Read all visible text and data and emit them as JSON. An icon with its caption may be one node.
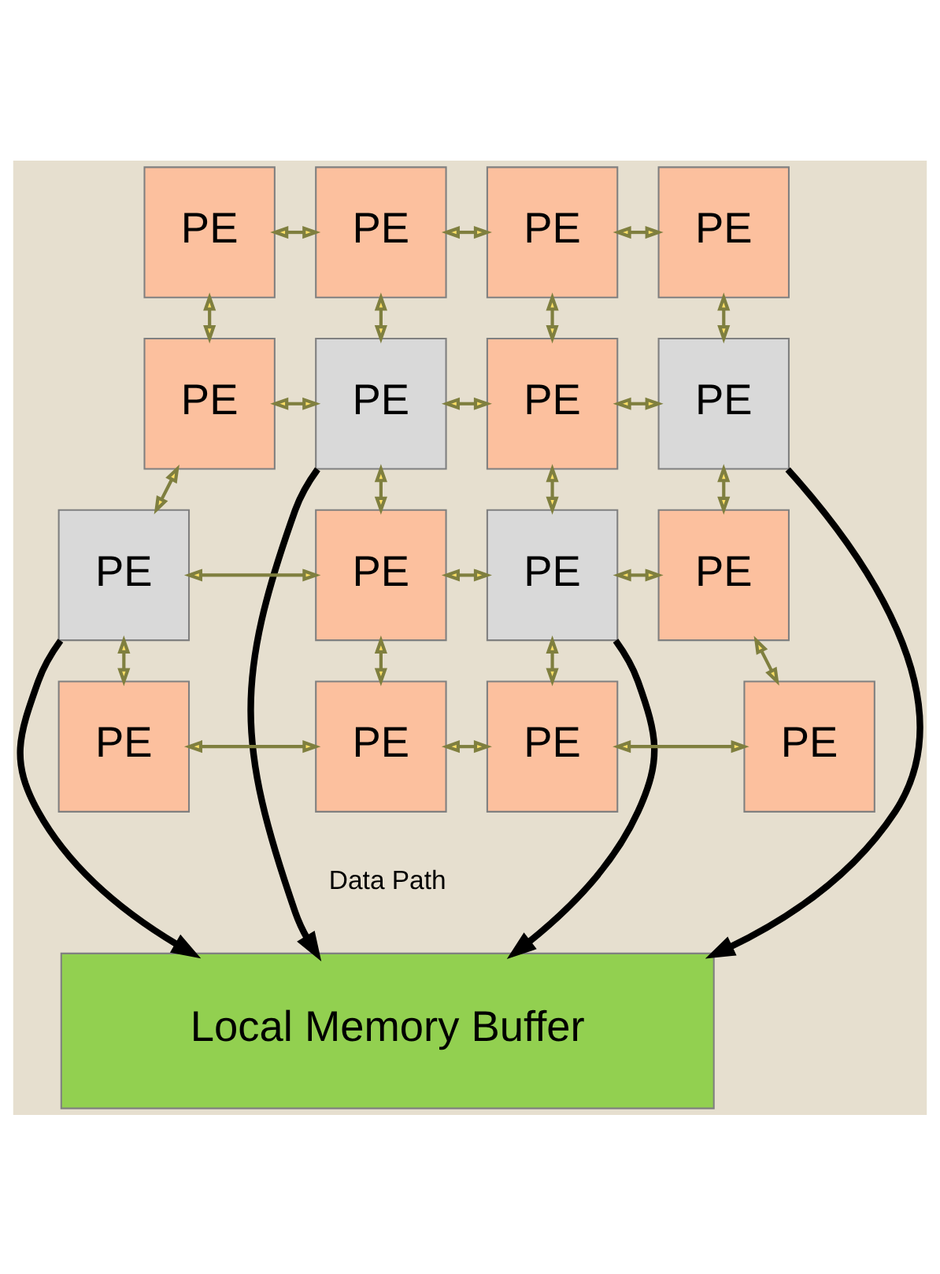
{
  "diagram": {
    "nodes": [
      {
        "text": [
          "PE"
        ]
      },
      {
        "text": [
          "PE"
        ]
      },
      {
        "text": [
          "PE"
        ]
      },
      {
        "text": [
          "PE"
        ]
      },
      {
        "text": [
          "PE"
        ]
      },
      {
        "text": [
          "PE"
        ]
      },
      {
        "text": [
          "PE"
        ]
      },
      {
        "text": [
          "PE"
        ]
      },
      {
        "text": [
          "PE"
        ]
      },
      {
        "text": [
          "PE"
        ]
      },
      {
        "text": [
          "PE"
        ]
      },
      {
        "text": [
          "PE"
        ]
      },
      {
        "text": [
          "PE"
        ]
      },
      {
        "text": [
          "PE"
        ]
      },
      {
        "text": [
          "PE"
        ]
      },
      {
        "text": [
          "PE"
        ]
      },
      {
        "text": [
          "Local Memory Buffer"
        ]
      }
    ],
    "edges": [
      {
        "from": 0,
        "to": 1,
        "arrow": "both"
      },
      {
        "from": 1,
        "to": 2,
        "arrow": "both"
      },
      {
        "from": 2,
        "to": 3,
        "arrow": "both"
      },
      {
        "from": 0,
        "to": 4,
        "arrow": "both"
      },
      {
        "from": 1,
        "to": 5,
        "arrow": "both"
      },
      {
        "from": 2,
        "to": 6,
        "arrow": "both"
      },
      {
        "from": 3,
        "to": 7,
        "arrow": "both"
      },
      {
        "from": 4,
        "to": 5,
        "arrow": "both"
      },
      {
        "from": 5,
        "to": 6,
        "arrow": "both"
      },
      {
        "from": 6,
        "to": 7,
        "arrow": "both"
      },
      {
        "from": 4,
        "to": 8,
        "arrow": "both"
      },
      {
        "from": 5,
        "to": 9,
        "arrow": "both"
      },
      {
        "from": 6,
        "to": 10,
        "arrow": "both"
      },
      {
        "from": 7,
        "to": 11,
        "arrow": "both"
      },
      {
        "from": 8,
        "to": 9,
        "arrow": "both"
      },
      {
        "from": 9,
        "to": 10,
        "arrow": "both"
      },
      {
        "from": 10,
        "to": 11,
        "arrow": "both"
      },
      {
        "from": 8,
        "to": 12,
        "arrow": "both"
      },
      {
        "from": 9,
        "to": 13,
        "arrow": "both"
      },
      {
        "from": 10,
        "to": 14,
        "arrow": "both"
      },
      {
        "from": 11,
        "to": 15,
        "arrow": "both"
      },
      {
        "from": 12,
        "to": 13,
        "arrow": "both"
      },
      {
        "from": 13,
        "to": 14,
        "arrow": "both"
      },
      {
        "from": 14,
        "to": 15,
        "arrow": "both"
      },
      {
        "from": 5,
        "to": 16,
        "arrow": "to",
        "style": "thick",
        "color": "#000000"
      },
      {
        "from": 7,
        "to": 16,
        "arrow": "to",
        "style": "thick",
        "color": "#000000"
      },
      {
        "from": 8,
        "to": 16,
        "arrow": "to",
        "style": "thick",
        "color": "#000000"
      },
      {
        "from": 10,
        "to": 16,
        "arrow": "to",
        "style": "thick",
        "color": "#000000"
      }
    ],
    "labels": [
      "Data Path"
    ]
  }
}
